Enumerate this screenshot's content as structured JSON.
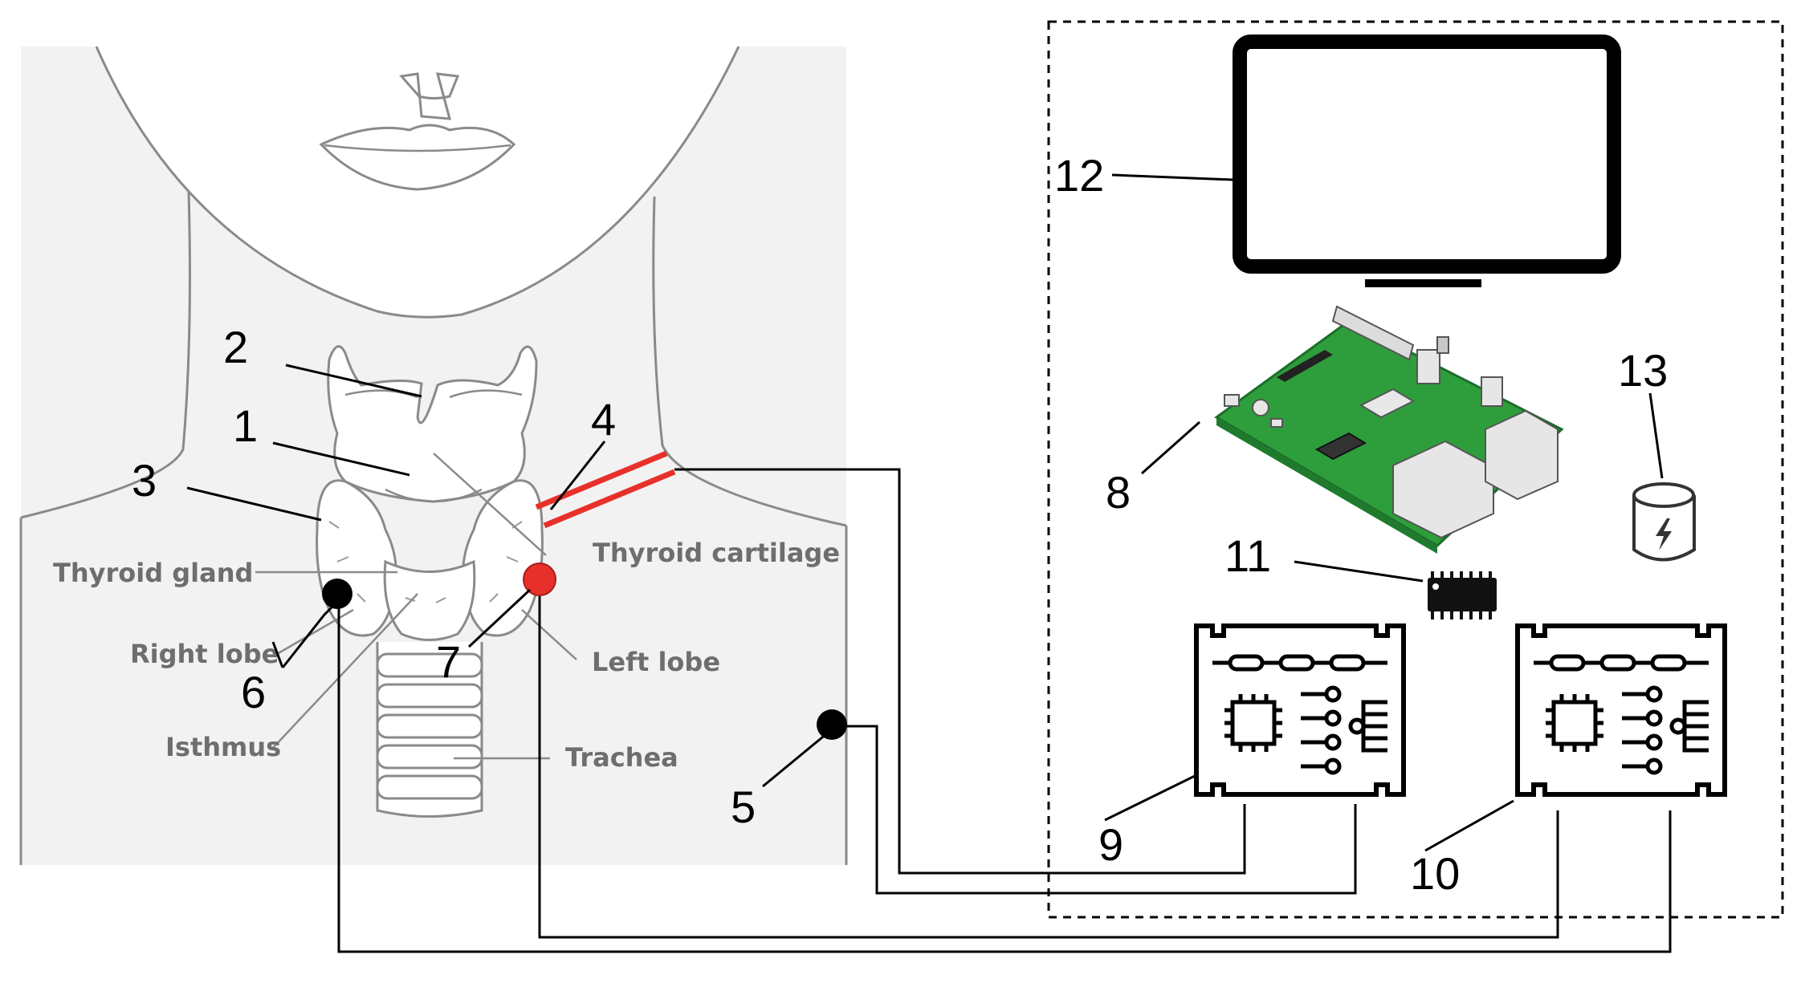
{
  "anatomy_labels": {
    "thyroid_gland": "Thyroid gland",
    "right_lobe": "Right lobe",
    "isthmus": "Isthmus",
    "thyroid_cartilage": "Thyroid cartilage",
    "left_lobe": "Left lobe",
    "trachea": "Trachea"
  },
  "callouts": {
    "n1": "1",
    "n2": "2",
    "n3": "3",
    "n4": "4",
    "n5": "5",
    "n6": "6",
    "n7": "7",
    "n8": "8",
    "n9": "9",
    "n10": "10",
    "n11": "11",
    "n12": "12",
    "n13": "13"
  },
  "colors": {
    "background_panel": "#f2f2f2",
    "anatomy_line": "#8a8a8a",
    "wire": "#000000",
    "red_electrode": "#e8302a",
    "pcb_green": "#2e9e3c",
    "label_gray": "#6e6e6e"
  },
  "icons": {
    "monitor": "monitor-icon",
    "board": "single-board-computer-icon",
    "chip": "microchip-icon",
    "battery": "battery-icon",
    "module": "circuit-module-icon"
  }
}
